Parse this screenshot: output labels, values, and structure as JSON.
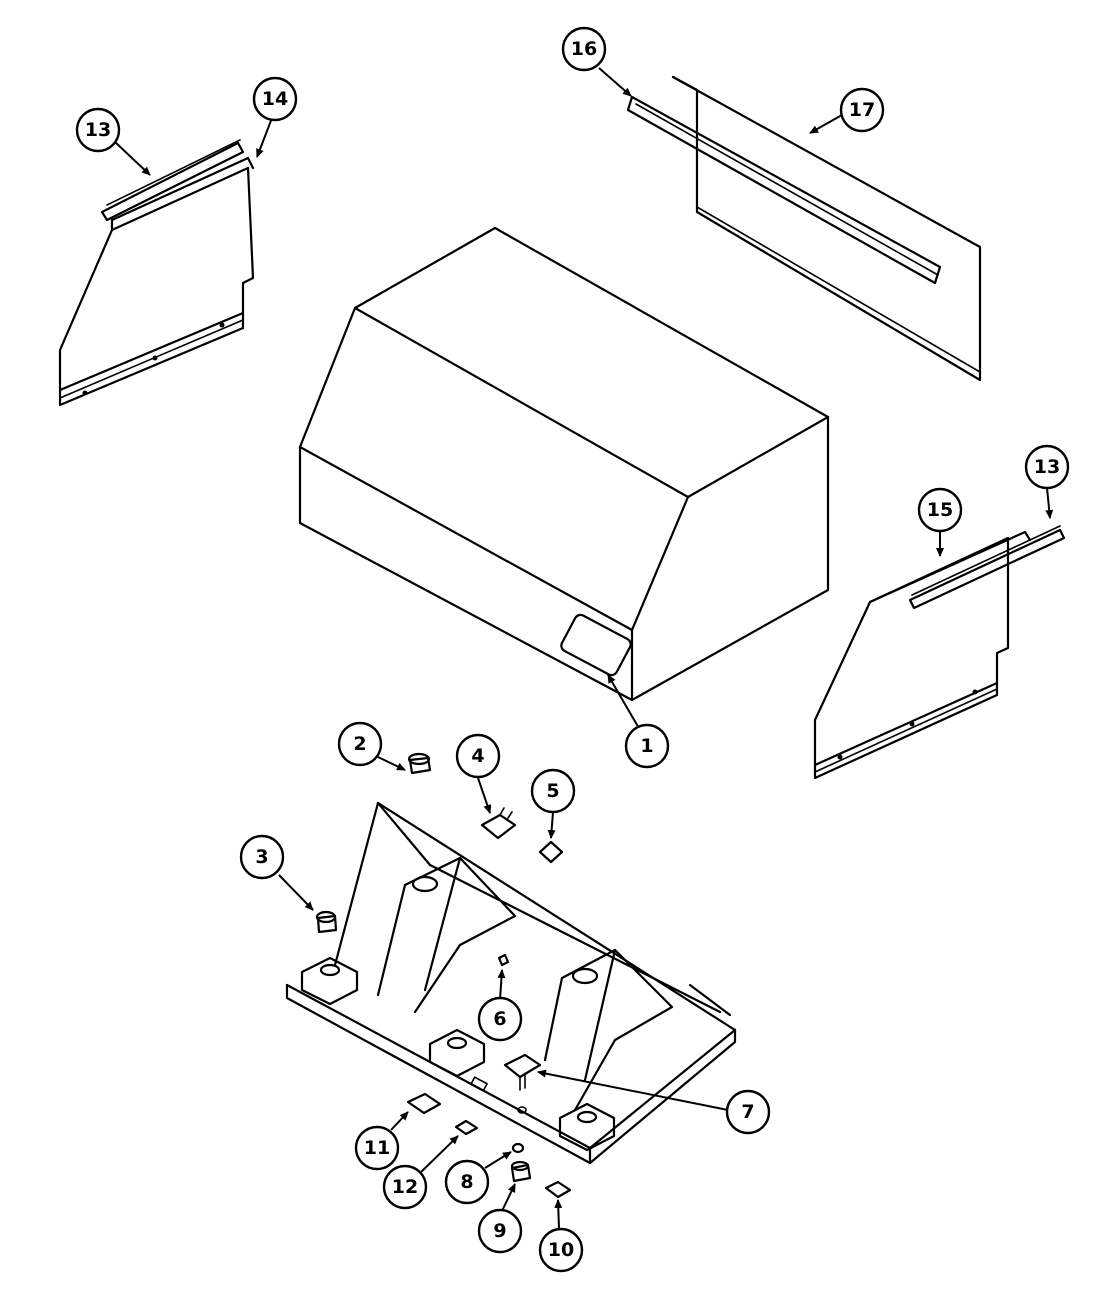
{
  "parts": {
    "p1": "1",
    "p2": "2",
    "p3": "3",
    "p4": "4",
    "p5": "5",
    "p6": "6",
    "p7": "7",
    "p8": "8",
    "p9": "9",
    "p10": "10",
    "p11": "11",
    "p12": "12",
    "p13a": "13",
    "p13b": "13",
    "p14": "14",
    "p15": "15",
    "p16": "16",
    "p17": "17"
  }
}
